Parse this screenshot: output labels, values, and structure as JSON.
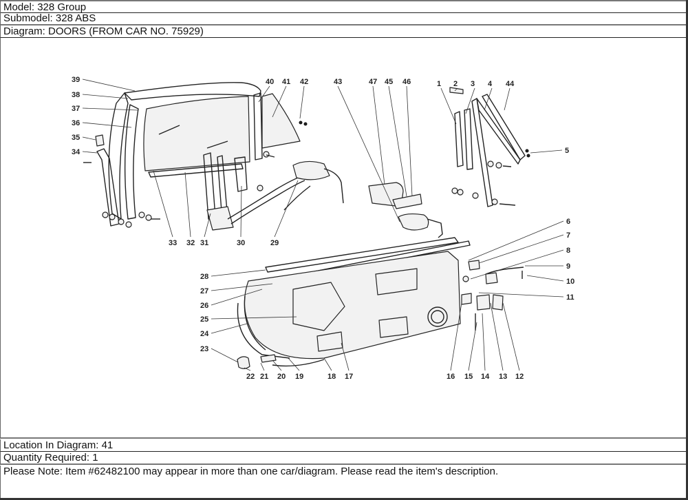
{
  "header": {
    "model": "Model: 328 Group",
    "submodel": "Submodel: 328 ABS",
    "diagram": "Diagram: DOORS (FROM CAR NO. 75929)"
  },
  "diagram": {
    "title": "DOORS (FROM CAR NO. 75929)",
    "callouts": [
      {
        "n": "1"
      },
      {
        "n": "2"
      },
      {
        "n": "3"
      },
      {
        "n": "4"
      },
      {
        "n": "5"
      },
      {
        "n": "6"
      },
      {
        "n": "7"
      },
      {
        "n": "8"
      },
      {
        "n": "9"
      },
      {
        "n": "10"
      },
      {
        "n": "11"
      },
      {
        "n": "12"
      },
      {
        "n": "13"
      },
      {
        "n": "14"
      },
      {
        "n": "15"
      },
      {
        "n": "16"
      },
      {
        "n": "17"
      },
      {
        "n": "18"
      },
      {
        "n": "19"
      },
      {
        "n": "20"
      },
      {
        "n": "21"
      },
      {
        "n": "22"
      },
      {
        "n": "23"
      },
      {
        "n": "24"
      },
      {
        "n": "25"
      },
      {
        "n": "26"
      },
      {
        "n": "27"
      },
      {
        "n": "28"
      },
      {
        "n": "29"
      },
      {
        "n": "30"
      },
      {
        "n": "31"
      },
      {
        "n": "32"
      },
      {
        "n": "33"
      },
      {
        "n": "34"
      },
      {
        "n": "35"
      },
      {
        "n": "36"
      },
      {
        "n": "37"
      },
      {
        "n": "38"
      },
      {
        "n": "39"
      },
      {
        "n": "40"
      },
      {
        "n": "41"
      },
      {
        "n": "42"
      },
      {
        "n": "43"
      },
      {
        "n": "44"
      },
      {
        "n": "45"
      },
      {
        "n": "46"
      },
      {
        "n": "47"
      }
    ]
  },
  "footer": {
    "location": "Location In Diagram: 41",
    "quantity": "Quantity Required: 1",
    "note": "Please Note: Item #62482100 may appear in more than one car/diagram. Please read the item's description."
  }
}
